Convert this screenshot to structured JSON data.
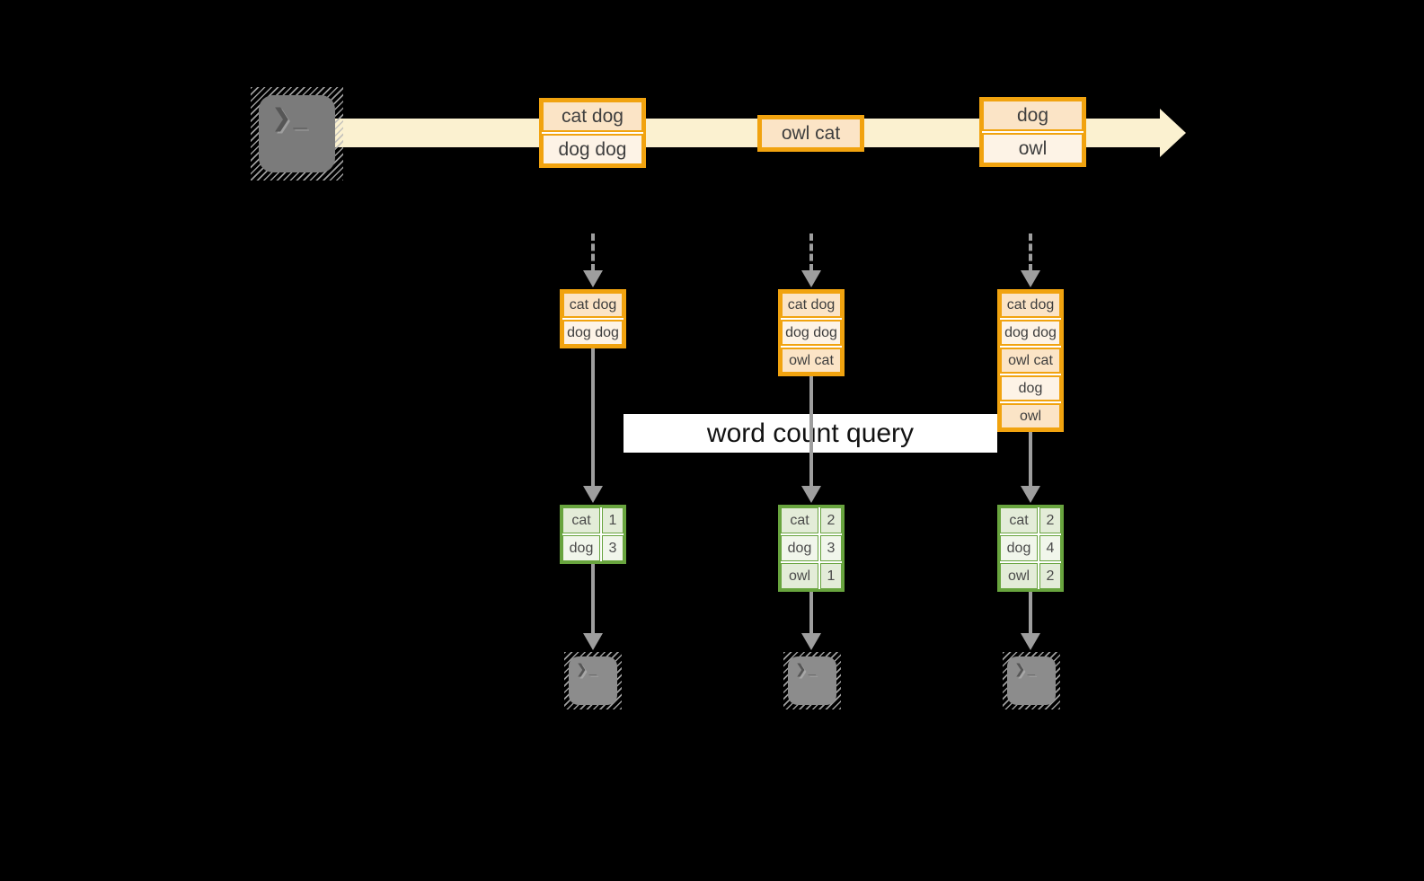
{
  "colors": {
    "background": "#000000",
    "orange_border": "#F1A30F",
    "peach_fill": "#FBE4C6",
    "cream_fill": "#FDF3E6",
    "stream_band": "#FBF1D0",
    "green_border": "#68A43E",
    "green_fill_a": "#E3ECD8",
    "green_fill_b": "#F1F6EB",
    "arrow_gray": "#9E9E9E",
    "banner_bg": "#FFFFFF",
    "terminal_fill": "#7B7B7B"
  },
  "icons": {
    "terminal_prompt": "❯_"
  },
  "banner": {
    "label": "word count query"
  },
  "stream": {
    "events": [
      {
        "lines": [
          "cat dog",
          "dog dog"
        ]
      },
      {
        "lines": [
          "owl cat"
        ]
      },
      {
        "lines": [
          "dog",
          "owl"
        ]
      }
    ]
  },
  "columns": [
    {
      "buffer": [
        "cat dog",
        "dog dog"
      ],
      "counts": [
        {
          "word": "cat",
          "count": "1"
        },
        {
          "word": "dog",
          "count": "3"
        }
      ]
    },
    {
      "buffer": [
        "cat dog",
        "dog dog",
        "owl cat"
      ],
      "counts": [
        {
          "word": "cat",
          "count": "2"
        },
        {
          "word": "dog",
          "count": "3"
        },
        {
          "word": "owl",
          "count": "1"
        }
      ]
    },
    {
      "buffer": [
        "cat dog",
        "dog dog",
        "owl cat",
        "dog",
        "owl"
      ],
      "counts": [
        {
          "word": "cat",
          "count": "2"
        },
        {
          "word": "dog",
          "count": "4"
        },
        {
          "word": "owl",
          "count": "2"
        }
      ]
    }
  ]
}
